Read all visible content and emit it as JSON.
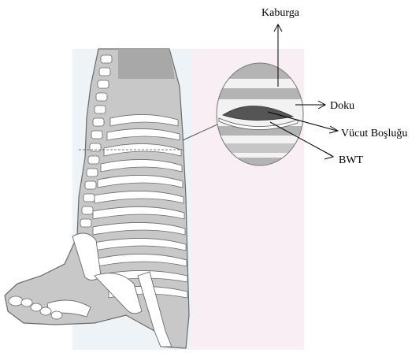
{
  "labels": {
    "rib": "Kaburga",
    "tissue": "Doku",
    "body_cavity": "Vücut Boşluğu",
    "bwt": "BWT"
  },
  "colors": {
    "background_left": "#eef3f8",
    "background_right": "#f8eef4",
    "carcass": "#c8c8c8",
    "bone": "#ffffff",
    "stroke": "#6a6a6a",
    "inset_band_dark": "#b4b4b4",
    "inset_band_light": "#f2f2f2",
    "cavity": "#555555",
    "line": "#000000"
  }
}
